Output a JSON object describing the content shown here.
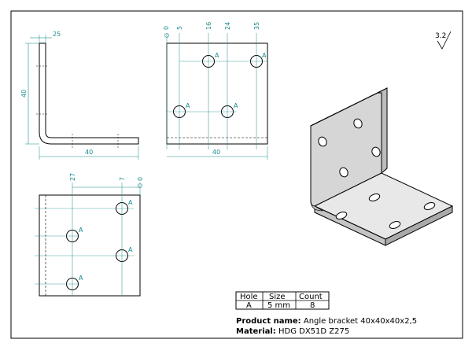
{
  "colors": {
    "outline": "#000000",
    "dimension": "#1a8a8a",
    "background": "#ffffff",
    "bracket_face": "#d6d6d6"
  },
  "surface_finish": "3.2",
  "side_view": {
    "top_dim": "25",
    "height_dim": "40",
    "width_dim": "40"
  },
  "front_view": {
    "dims": [
      "0",
      "5",
      "16",
      "24",
      "35"
    ],
    "width_dim": "40",
    "hole_labels": [
      "A",
      "A",
      "A",
      "A"
    ]
  },
  "bottom_view": {
    "dims": [
      "27",
      "7",
      "0"
    ],
    "hole_labels": [
      "A",
      "A",
      "A",
      "A"
    ]
  },
  "hole_table": {
    "headers": [
      "Hole",
      "Size",
      "Count"
    ],
    "row": [
      "A",
      "5 mm",
      "8"
    ]
  },
  "product": {
    "label": "Product name:",
    "value": "Angle bracket 40x40x40x2,5"
  },
  "material": {
    "label": "Material:",
    "value": "HDG DX51D Z275"
  }
}
